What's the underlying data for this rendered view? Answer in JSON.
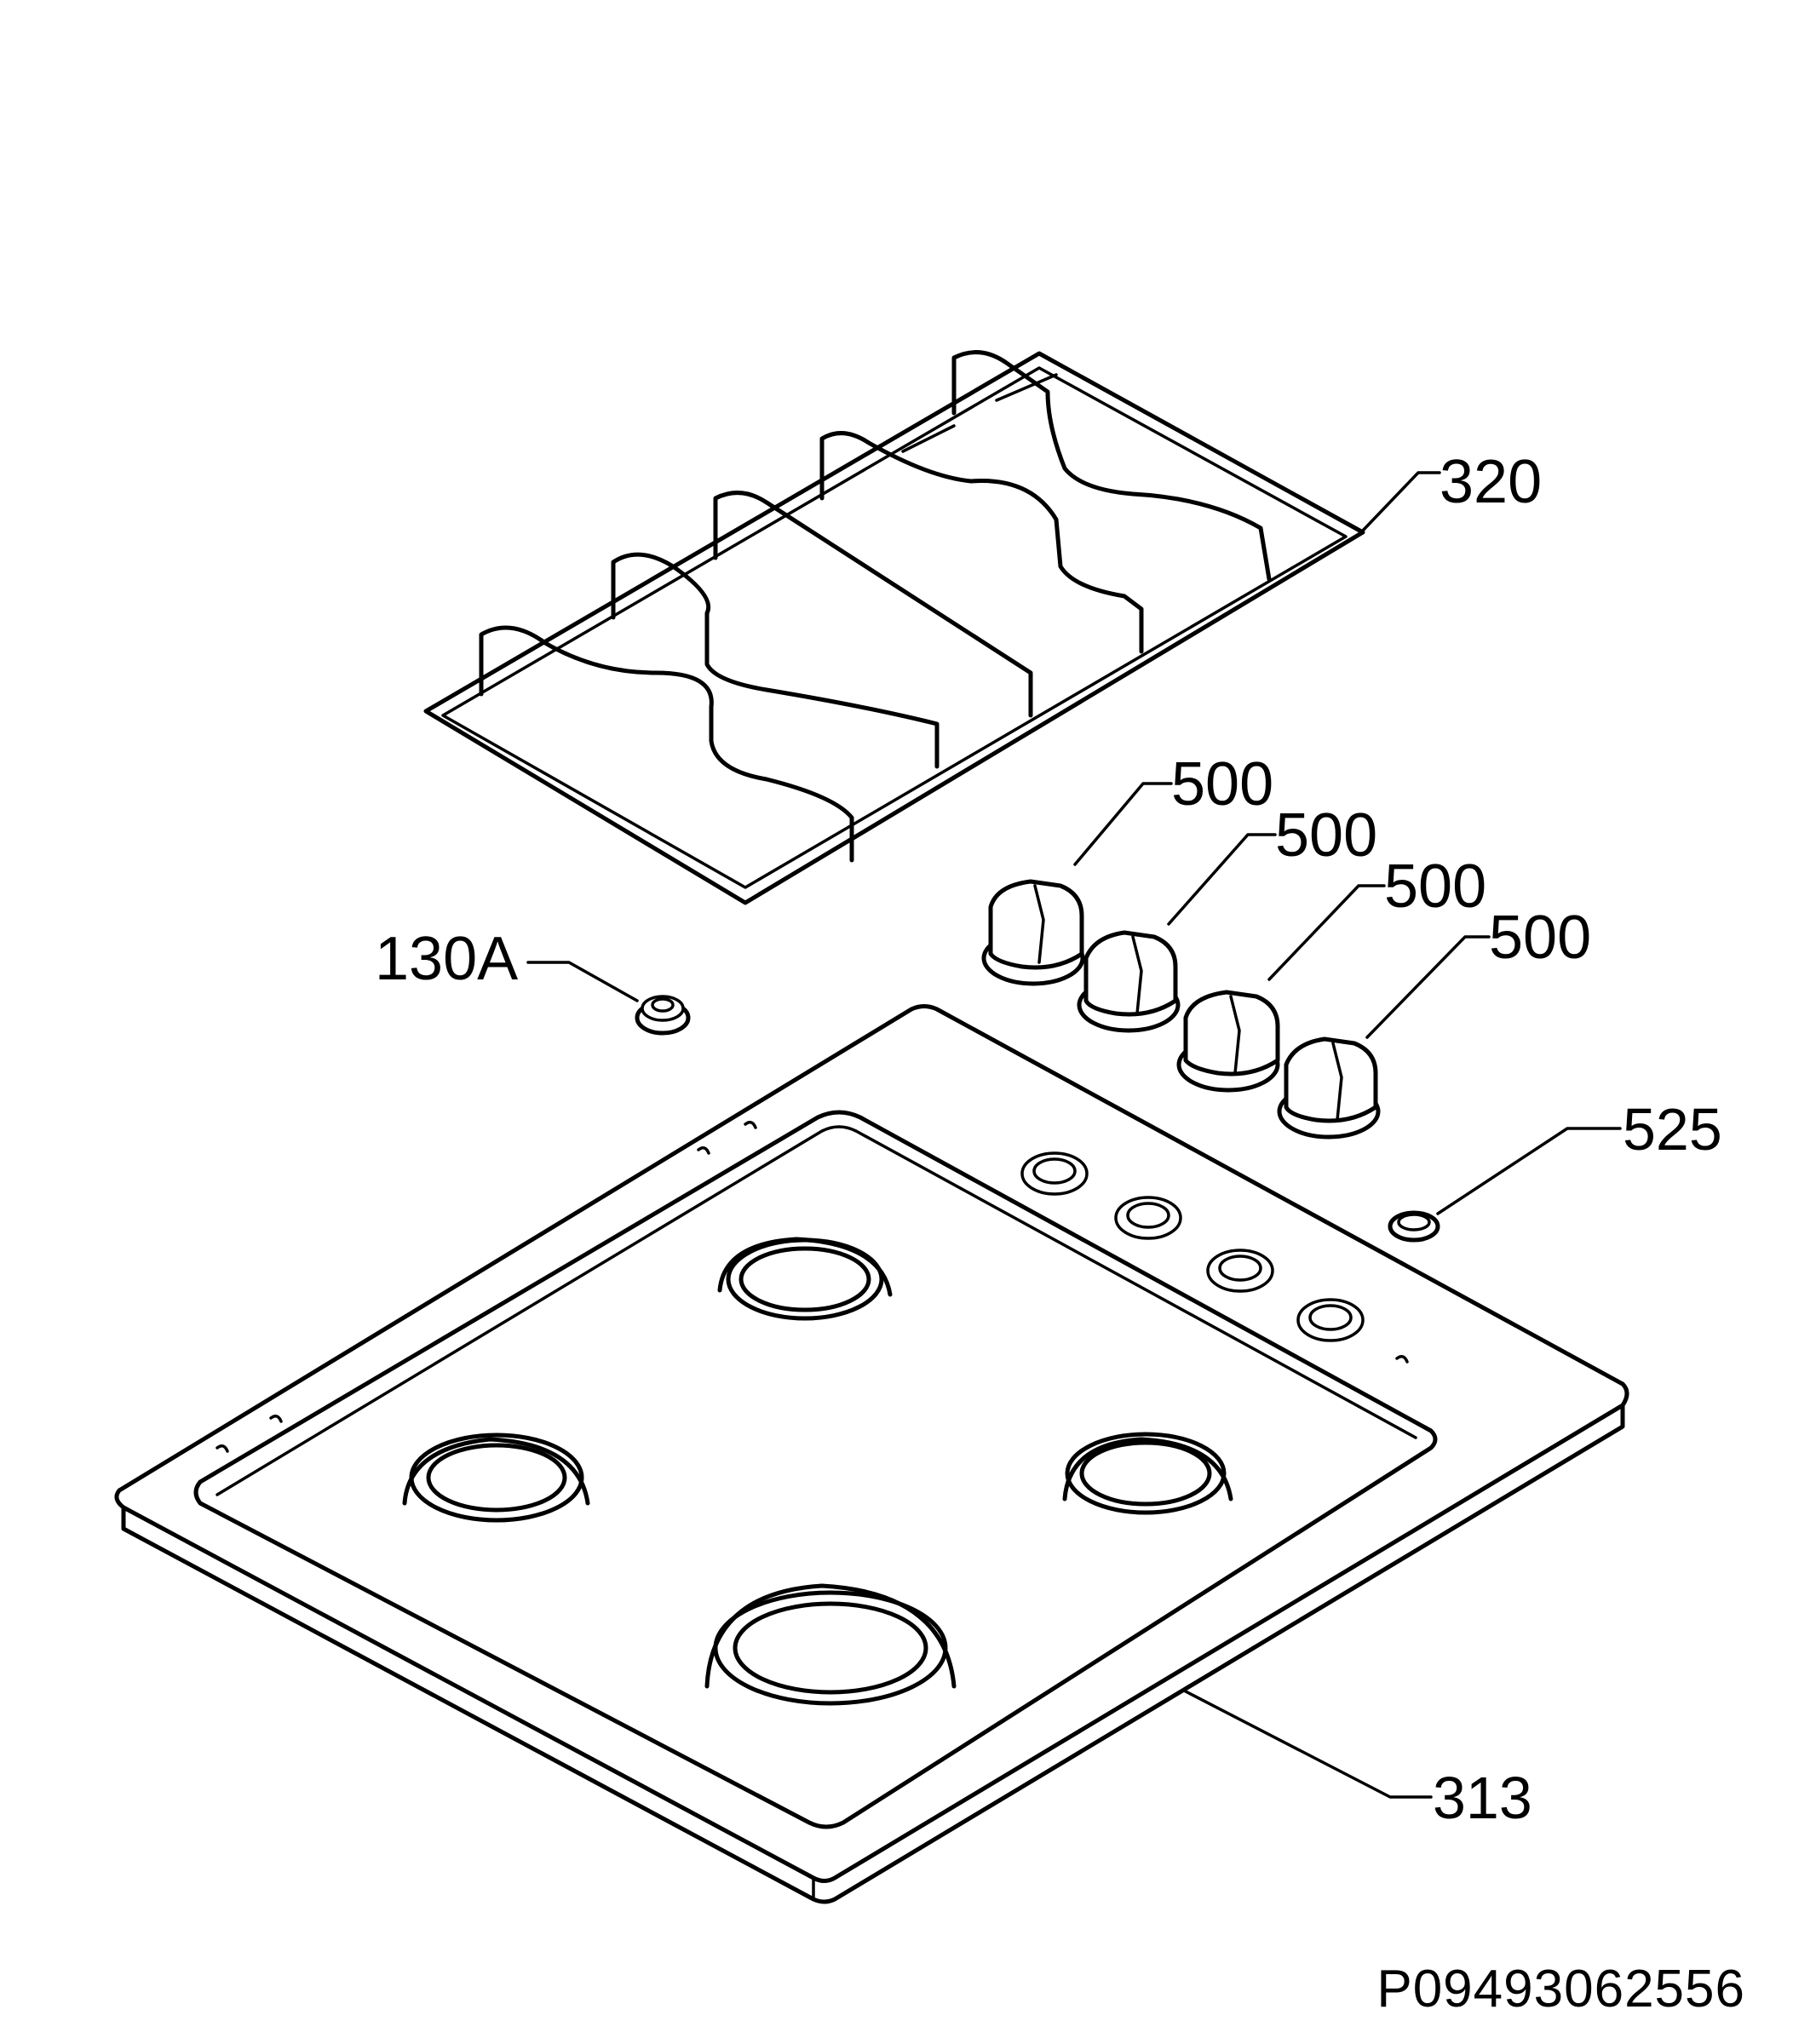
{
  "labels": {
    "pan_support": "320",
    "knob_1": "500",
    "knob_2": "500",
    "knob_3": "500",
    "knob_4": "500",
    "burner_cap": "130A",
    "plug": "525",
    "hob_top": "313"
  },
  "drawing_code": "P09493062556"
}
